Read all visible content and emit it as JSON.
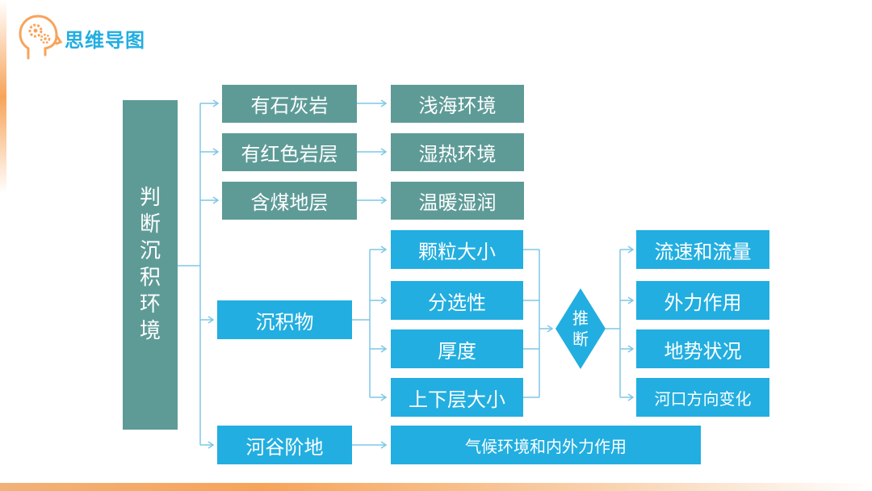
{
  "header": {
    "title": "思维导图",
    "icon": "head-gears-icon"
  },
  "colors": {
    "teal": "#5e9b97",
    "blue": "#22aee0",
    "line": "#7fc7e6",
    "accent": "#f7a45a"
  },
  "root": {
    "chars": [
      "判",
      "断",
      "沉",
      "积",
      "环",
      "境"
    ]
  },
  "rows": [
    {
      "label": "有石灰岩",
      "result": "浅海环境"
    },
    {
      "label": "有红色岩层",
      "result": "湿热环境"
    },
    {
      "label": "含煤地层",
      "result": "温暖湿润"
    }
  ],
  "sediment": {
    "label": "沉积物",
    "factors": [
      "颗粒大小",
      "分选性",
      "厚度",
      "上下层大小"
    ],
    "infer": [
      "推",
      "断"
    ],
    "results": [
      "流速和流量",
      "外力作用",
      "地势状况",
      "河口方向变化"
    ]
  },
  "terrace": {
    "label": "河谷阶地",
    "result": "气候环境和内外力作用"
  }
}
